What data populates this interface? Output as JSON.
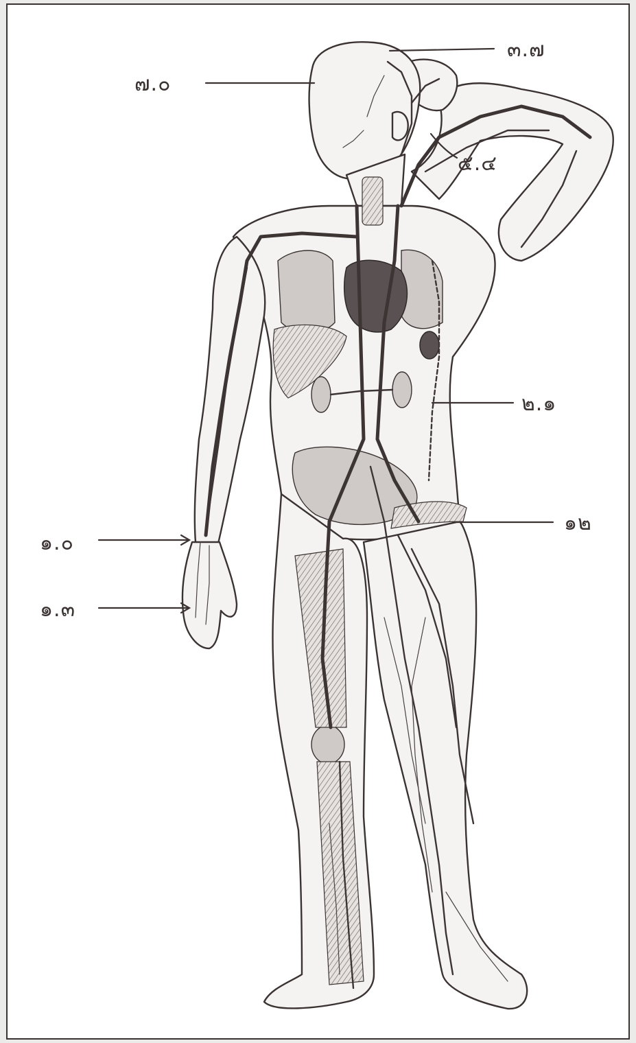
{
  "labels": [
    {
      "id": "label-head-top",
      "text": "๓.๗"
    },
    {
      "id": "label-face",
      "text": "๗.๐"
    },
    {
      "id": "label-neck",
      "text": "๕.๔"
    },
    {
      "id": "label-abdomen",
      "text": "๒.๑"
    },
    {
      "id": "label-wrist",
      "text": "๑.๐"
    },
    {
      "id": "label-hand",
      "text": "๑.๓"
    },
    {
      "id": "label-thigh",
      "text": "๑๒"
    }
  ]
}
